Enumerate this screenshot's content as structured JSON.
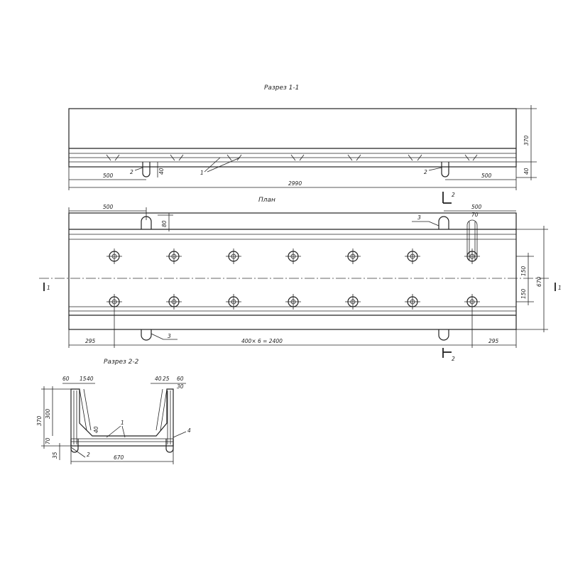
{
  "sections": {
    "section_1_title": "Разрез 1-1",
    "plan_title": "План",
    "section_2_title": "Разрез 2-2"
  },
  "section_1": {
    "height_total": "370",
    "height_bottom": "40",
    "rib_height": "40",
    "left_offset": "500",
    "right_offset": "500",
    "length": "2990",
    "leader_2_left": "2",
    "leader_2_right": "2",
    "leader_1": "1"
  },
  "plan": {
    "top_left_offset": "500",
    "top_right_offset": "500",
    "slot_depth": "80",
    "slot_width": "70",
    "leader_3_top": "3",
    "leader_3_bottom": "3",
    "half_width_top": "150",
    "half_width_bottom": "150",
    "overall_width": "670",
    "left_edge": "295",
    "right_edge": "295",
    "spacing": "400× 6 = 2400",
    "cut_mark_1_left": "1",
    "cut_mark_1_right": "1",
    "cut_mark_2_top": "2",
    "cut_mark_2_bottom": "2"
  },
  "section_2": {
    "dim_60_left": "60",
    "dim_15_left": "15",
    "dim_40_left": "40",
    "dim_40_right": "40",
    "dim_25_right": "25",
    "dim_60_right": "60",
    "dim_30_right": "30",
    "height_total": "370",
    "height_inner": "300",
    "floor": "70",
    "floor_bottom": "35",
    "rib": "40",
    "width": "670",
    "leader_1": "1",
    "leader_2": "2",
    "leader_4": "4"
  }
}
